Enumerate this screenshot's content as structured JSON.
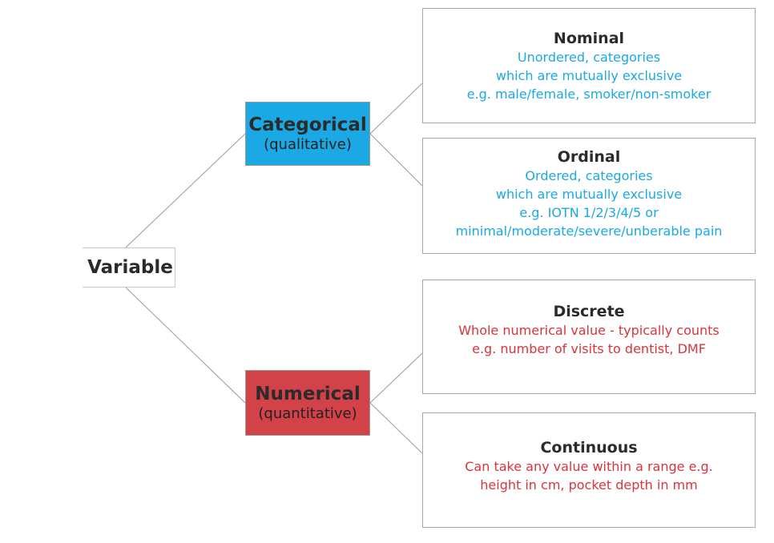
{
  "colors": {
    "categorical_fill": "#1aa9e4",
    "numerical_fill": "#d44249",
    "categorical_text": "#1aa9e4",
    "numerical_text": "#d9343c",
    "connector": "#9a9a9a"
  },
  "root": {
    "label": "Variable"
  },
  "categorical": {
    "title": "Categorical",
    "subtitle": "(qualitative)",
    "children": [
      {
        "title": "Nominal",
        "lines": [
          "Unordered, categories",
          "which are mutually exclusive",
          "e.g. male/female, smoker/non-smoker"
        ]
      },
      {
        "title": "Ordinal",
        "lines": [
          "Ordered, categories",
          "which are mutually exclusive",
          "e.g. IOTN 1/2/3/4/5 or",
          "minimal/moderate/severe/unberable pain"
        ]
      }
    ]
  },
  "numerical": {
    "title": "Numerical",
    "subtitle": "(quantitative)",
    "children": [
      {
        "title": "Discrete",
        "lines": [
          "Whole numerical value - typically counts",
          "e.g. number of visits to dentist, DMF"
        ]
      },
      {
        "title": "Continuous",
        "lines": [
          "Can take any value within a range e.g.",
          "height in cm, pocket depth in mm"
        ]
      }
    ]
  }
}
